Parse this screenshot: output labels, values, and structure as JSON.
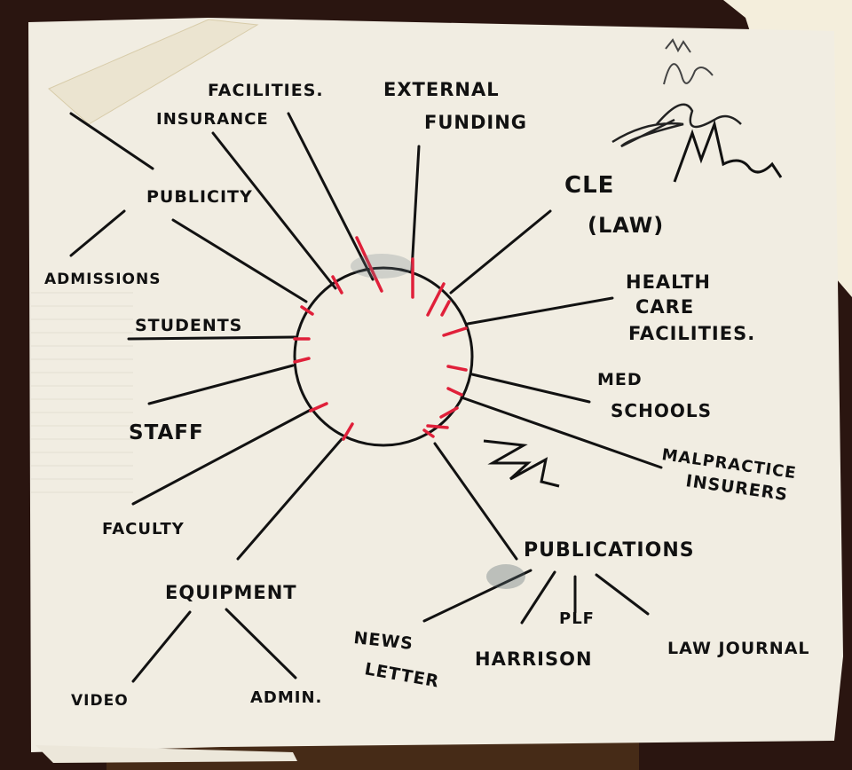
{
  "diagram": {
    "type": "hand-drawn mind map on napkin",
    "center_node": {
      "label": "",
      "shape": "circle"
    },
    "colors": {
      "ink": "#121212",
      "accent_red": "#e0203a",
      "napkin": "#f1ede2",
      "table": "#2a1510",
      "paper_right": "#f4eedc"
    },
    "branches": [
      {
        "id": "publicity",
        "label": "PUBLICITY",
        "children": [
          {
            "label": "ADMISSIONS"
          }
        ]
      },
      {
        "id": "insurance",
        "label": "INSURANCE"
      },
      {
        "id": "facilities",
        "label": "FACILITIES."
      },
      {
        "id": "external-funding",
        "label_lines": [
          "EXTERNAL",
          "FUNDING"
        ]
      },
      {
        "id": "cle",
        "label_lines": [
          "CLE",
          "(LAW)"
        ]
      },
      {
        "id": "health-care",
        "label_lines": [
          "HEALTH",
          "CARE",
          "FACILITIES."
        ]
      },
      {
        "id": "med-schools",
        "label_lines": [
          "MED",
          "SCHOOLS"
        ]
      },
      {
        "id": "malpractice",
        "label_lines": [
          "MALPRACTICE",
          "INSURERS"
        ]
      },
      {
        "id": "publications",
        "label": "PUBLICATIONS",
        "children": [
          {
            "label_lines": [
              "NEWS",
              "LETTER"
            ]
          },
          {
            "label": "HARRISON"
          },
          {
            "label": "PLF"
          },
          {
            "label": "LAW JOURNAL"
          }
        ]
      },
      {
        "id": "equipment",
        "label": "EQUIPMENT",
        "children": [
          {
            "label": "VIDEO"
          },
          {
            "label": "ADMIN."
          }
        ]
      },
      {
        "id": "faculty",
        "label": "FACULTY"
      },
      {
        "id": "staff",
        "label": "STAFF"
      },
      {
        "id": "students",
        "label": "STUDENTS"
      }
    ],
    "annotations": {
      "signature_top_right": "signatures",
      "scribble_near_circle": "initials"
    }
  }
}
